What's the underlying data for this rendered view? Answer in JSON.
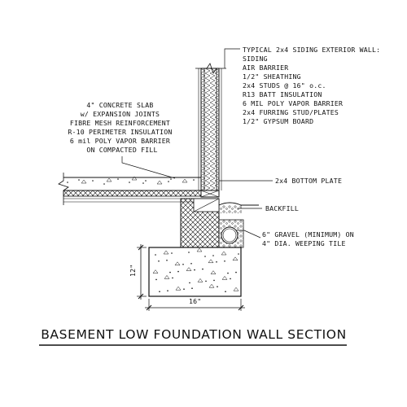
{
  "title": "BASEMENT LOW FOUNDATION WALL SECTION",
  "wall_notes": [
    "TYPICAL 2x4 SIDING EXTERIOR WALL:",
    "SIDING",
    "AIR BARRIER",
    "1/2\" SHEATHING",
    "2x4 STUDS @ 16\" o.c.",
    "R13 BATT INSULATION",
    "6 MIL POLY VAPOR BARRIER",
    "2x4 FURRING STUD/PLATES",
    "1/2\" GYPSUM BOARD"
  ],
  "slab_notes": [
    "4\" CONCRETE SLAB",
    "w/ EXPANSION JOINTS",
    "FIBRE MESH REINFORCEMENT",
    "R-10 PERIMETER INSULATION",
    "6 mil POLY VAPOR BARRIER",
    "ON COMPACTED FILL"
  ],
  "bottom_plate_label": "2x4 BOTTOM PLATE",
  "backfill_label": "BACKFILL",
  "gravel_notes": [
    "6\" GRAVEL (MINIMUM) ON",
    "4\" DIA. WEEPING TILE"
  ],
  "footing_width_label": "16\"",
  "footing_depth_label": "12\""
}
